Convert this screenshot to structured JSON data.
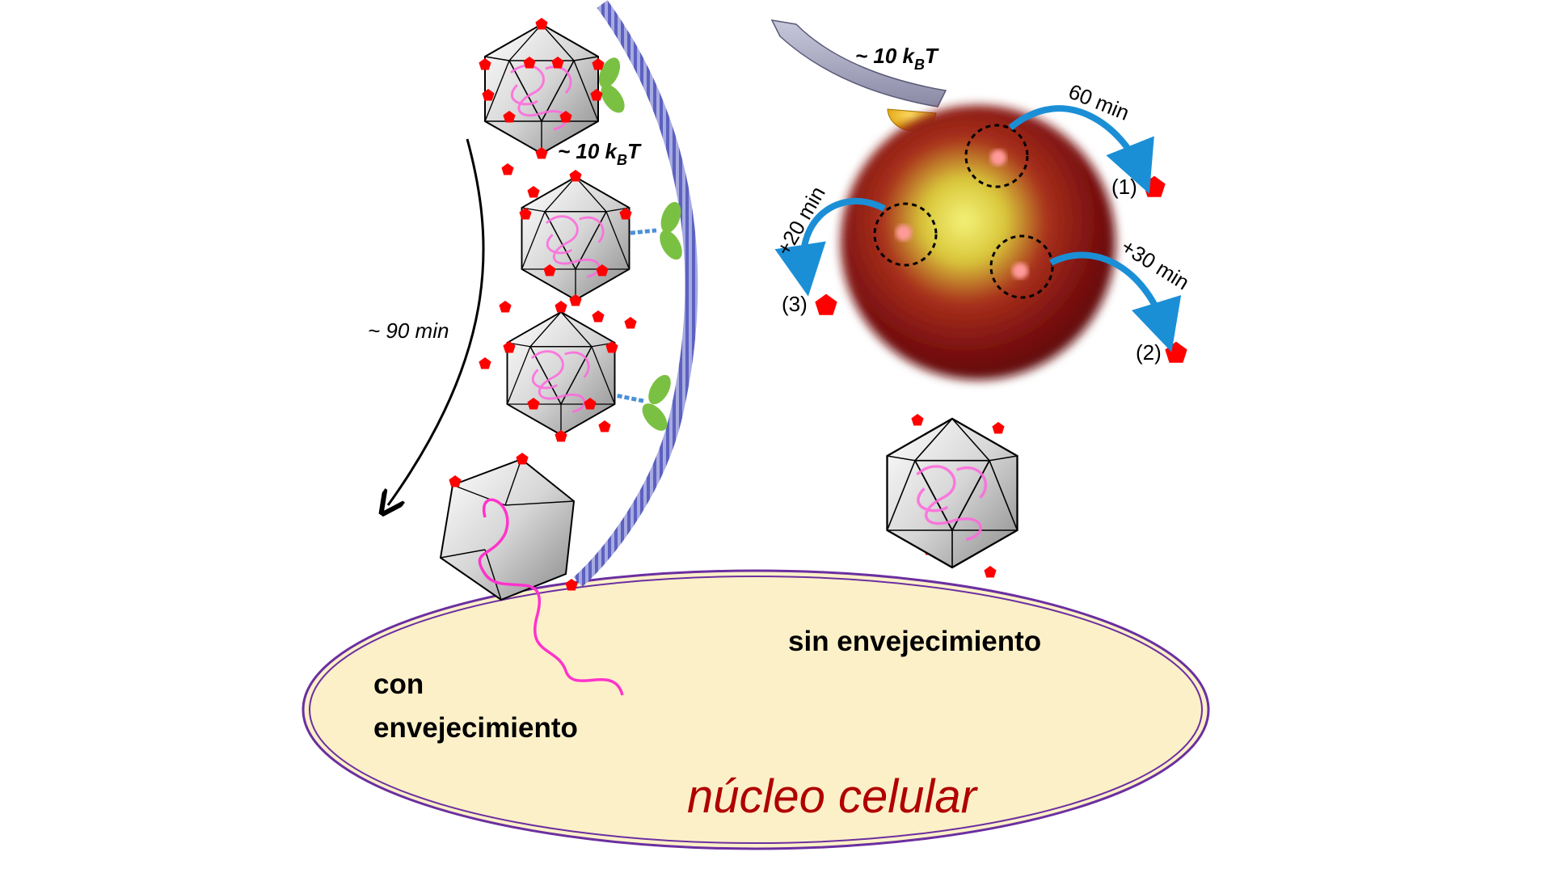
{
  "labels": {
    "energy_left": "~ 10 k",
    "energy_left_sub": "B",
    "energy_left_tail": "T",
    "energy_tip": "~ 10 k",
    "energy_tip_sub": "B",
    "energy_tip_tail": "T",
    "time_90": "~ 90 min",
    "time_60": "60 min",
    "time_20": "+20 min",
    "time_30": "+30 min",
    "step_1": "(1)",
    "step_2": "(2)",
    "step_3": "(3)",
    "with_aging_line1": "con",
    "with_aging_line2": "envejecimiento",
    "without_aging": "sin envejecimiento",
    "nucleus": "núcleo celular"
  },
  "colors": {
    "nucleus_fill": "#fcf0c8",
    "nucleus_border": "#6b2fa0",
    "nucleus_text": "#b00000",
    "pentamer": "#ff0000",
    "dna": "#ff33cc",
    "membrane": "#6f73c9",
    "receptor_green": "#7ac143",
    "receptor_blue": "#4a90d9",
    "arrow_blue": "#1b8fd6",
    "afm_tip": "#f2b400"
  },
  "icons": [
    "capsid-icon",
    "pentamer-icon",
    "afm-cantilever-icon",
    "receptor-icon",
    "curved-arrow-icon"
  ]
}
